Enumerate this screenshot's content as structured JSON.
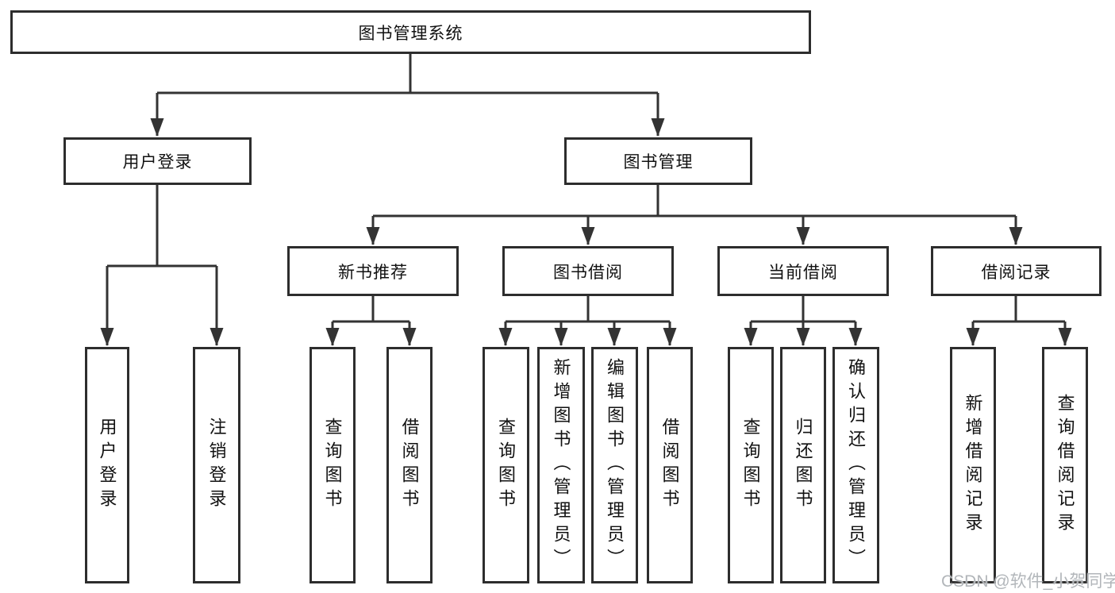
{
  "diagram": {
    "root": {
      "label": "图书管理系统"
    },
    "branches": [
      {
        "label": "用户登录",
        "children": [
          {
            "label": "用户登录"
          },
          {
            "label": "注销登录"
          }
        ]
      },
      {
        "label": "图书管理",
        "children": [
          {
            "label": "新书推荐",
            "children": [
              {
                "label": "查询图书"
              },
              {
                "label": "借阅图书"
              }
            ]
          },
          {
            "label": "图书借阅",
            "children": [
              {
                "label": "查询图书"
              },
              {
                "label": "新增图书（管理员）"
              },
              {
                "label": "编辑图书（管理员）"
              },
              {
                "label": "借阅图书"
              }
            ]
          },
          {
            "label": "当前借阅",
            "children": [
              {
                "label": "查询图书"
              },
              {
                "label": "归还图书"
              },
              {
                "label": "确认归还（管理员）"
              }
            ]
          },
          {
            "label": "借阅记录",
            "children": [
              {
                "label": "新增借阅记录"
              },
              {
                "label": "查询借阅记录"
              }
            ]
          }
        ]
      }
    ]
  },
  "watermark": {
    "text": "CSDN @软件_小贺同学"
  },
  "colors": {
    "line": "#333333",
    "box_border": "#2d2d2d",
    "text": "#111111",
    "watermark": "#b2b6ba",
    "background": "#ffffff"
  }
}
